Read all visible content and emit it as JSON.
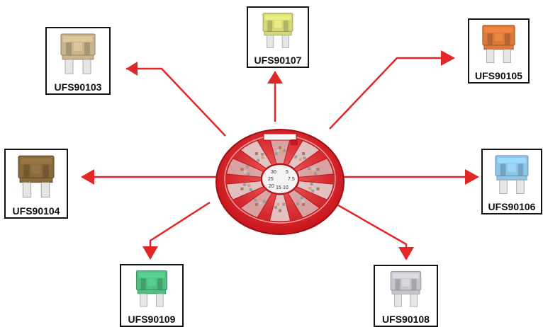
{
  "center": {
    "icon": "fuse-assortment-kit-icon",
    "ratings": [
      "30",
      "5",
      "25",
      "7.5",
      "20",
      "10",
      "15"
    ]
  },
  "arrow_color": "#e32626",
  "fuses": [
    {
      "id": "ufs90103",
      "label": "UFS90103",
      "color": "#c9b48c",
      "icon": "blade-fuse-icon"
    },
    {
      "id": "ufs90107",
      "label": "UFS90107",
      "color": "#d4d877",
      "icon": "blade-fuse-icon"
    },
    {
      "id": "ufs90105",
      "label": "UFS90105",
      "color": "#d97a3b",
      "icon": "blade-fuse-icon"
    },
    {
      "id": "ufs90104",
      "label": "UFS90104",
      "color": "#8a6a3d",
      "icon": "blade-fuse-icon"
    },
    {
      "id": "ufs90106",
      "label": "UFS90106",
      "color": "#8ec5ea",
      "icon": "blade-fuse-icon"
    },
    {
      "id": "ufs90109",
      "label": "UFS90109",
      "color": "#4fbf82",
      "icon": "blade-fuse-icon"
    },
    {
      "id": "ufs90108",
      "label": "UFS90108",
      "color": "#c5c7cc",
      "icon": "blade-fuse-icon"
    }
  ]
}
